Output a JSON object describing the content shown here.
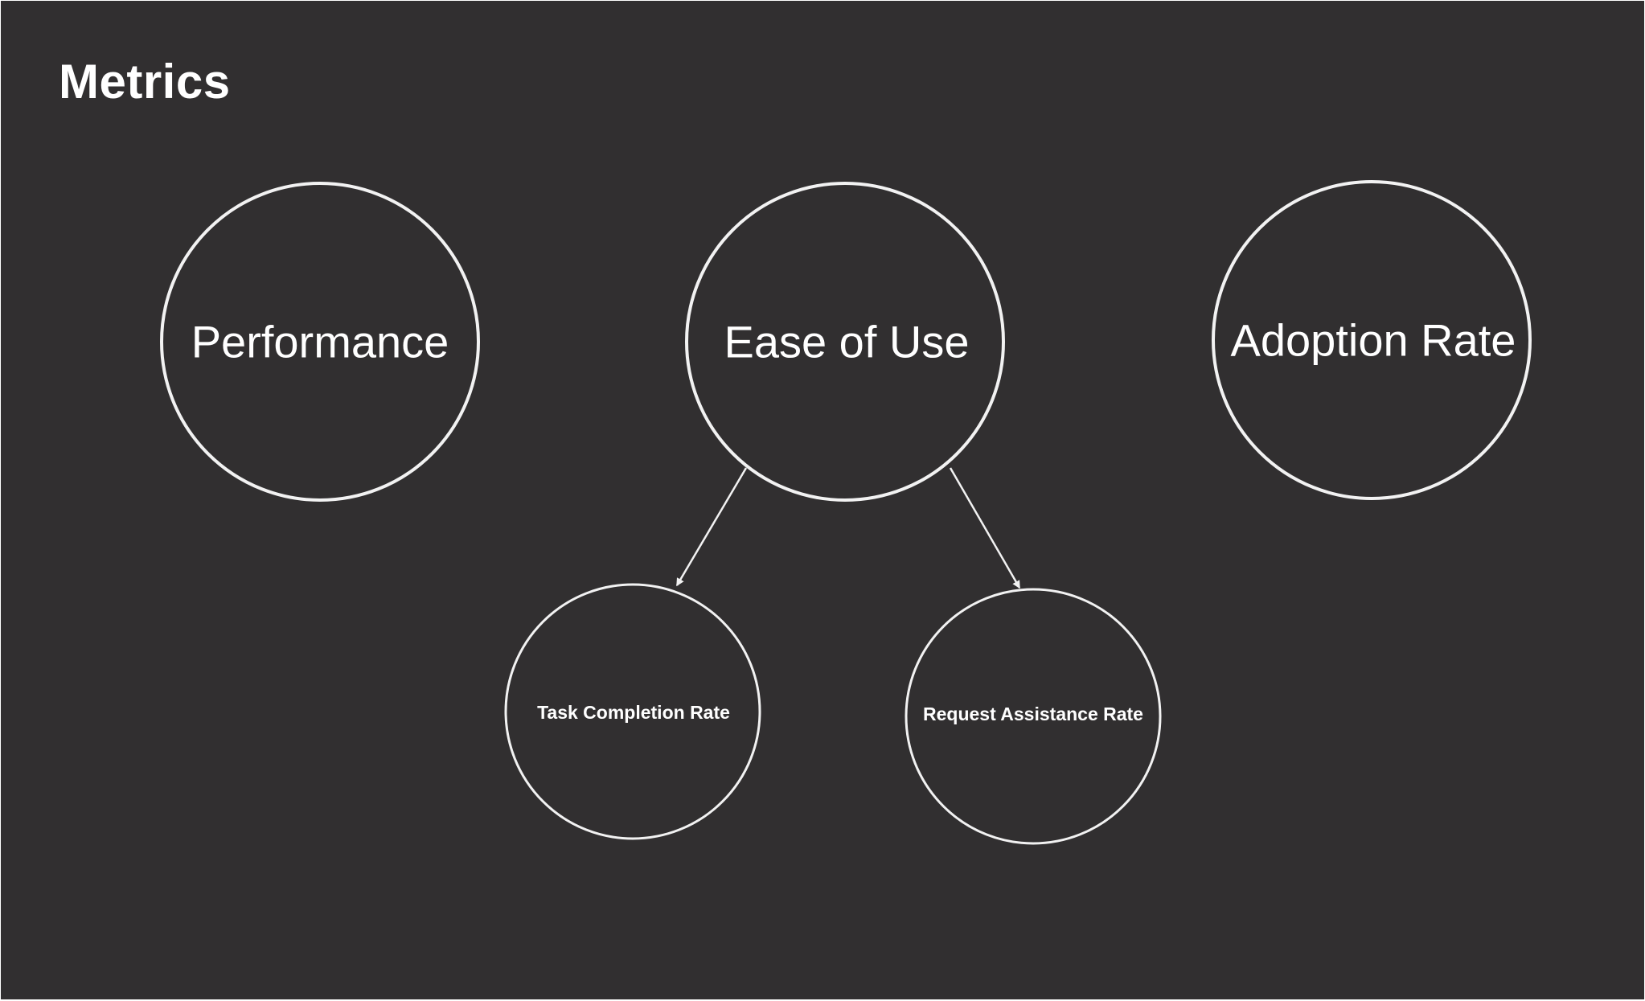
{
  "title": "Metrics",
  "colors": {
    "background": "#312f30",
    "stroke": "#f2f2f2",
    "text": "#ffffff"
  },
  "nodes": {
    "performance": "Performance",
    "ease_of_use": "Ease of Use",
    "adoption_rate": "Adoption Rate",
    "task_completion_rate": "Task Completion Rate",
    "request_assistance_rate": "Request Assistance Rate"
  },
  "edges": [
    {
      "from": "Ease of Use",
      "to": "Task Completion Rate"
    },
    {
      "from": "Ease of Use",
      "to": "Request Assistance Rate"
    }
  ]
}
